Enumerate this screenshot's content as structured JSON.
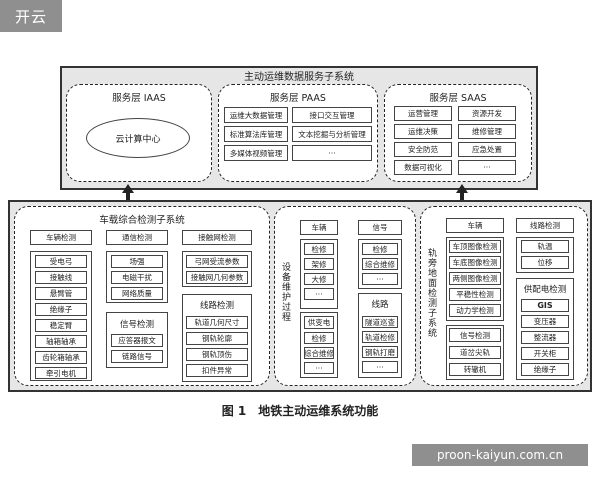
{
  "watermark_top": "开云",
  "watermark_bottom": "proon-kaiyun.com.cn",
  "caption": "图 1　地铁主动运维系统功能",
  "top_system": {
    "title": "主动运维数据服务子系统",
    "iaas": {
      "title": "服务层 IAAS",
      "cloud": "云计算中心"
    },
    "paas": {
      "title": "服务层 PAAS",
      "items": [
        "运维大数据管理",
        "接口交互管理",
        "标准算法库管理",
        "文本挖掘与分析管理",
        "多媒体视频管理",
        "···"
      ]
    },
    "saas": {
      "title": "服务层 SAAS",
      "items": [
        "运营管理",
        "资源开发",
        "运维决策",
        "维修管理",
        "安全防范",
        "应急处置",
        "数据可视化",
        "···"
      ]
    }
  },
  "vehicle": {
    "title": "车载综合检测子系统",
    "col1": {
      "title": "车辆检测",
      "items": [
        "受电弓",
        "接触线",
        "悬臂管",
        "绝缘子",
        "稳定臂",
        "轴箱轴承",
        "齿轮箱轴承",
        "牵引电机"
      ]
    },
    "col2": {
      "title": "通信检测",
      "items": [
        "场强",
        "电磁干扰",
        "网络质量"
      ],
      "sub_title": "信号检测",
      "sub_items": [
        "应答器报文",
        "链路信号"
      ]
    },
    "col3": {
      "title": "接触网检测",
      "items": [
        "弓网受流参数",
        "接触网几何参数"
      ],
      "sub_title": "线路检测",
      "sub_items": [
        "轨道几何尺寸",
        "钢轨轮廓",
        "钢轨顶伤",
        "扣件异常"
      ]
    }
  },
  "maint": {
    "label": "设备维护过程",
    "col1_title": "车辆",
    "col1_items": [
      "检修",
      "架修",
      "大修",
      "···"
    ],
    "col1_sub_title": "供变电",
    "col1_sub_items": [
      "检修",
      "综合维修",
      "···"
    ],
    "col2_title": "信号",
    "col2_items": [
      "检修",
      "综合维修",
      "···"
    ],
    "col2_sub_title": "线路",
    "col2_sub_items": [
      "隧道巡查",
      "轨道检修",
      "钢轨打磨",
      "···"
    ]
  },
  "ground": {
    "label": "轨旁地面检测子系统",
    "col1_title": "车辆",
    "col1_items": [
      "车顶图像检测",
      "车底图像检测",
      "两侧图像检测",
      "平稳性检测",
      "动力学检测"
    ],
    "col1_sub_title": "信号检测",
    "col1_sub_items": [
      "道岔尖轨",
      "转辙机"
    ],
    "col2_title": "线路检测",
    "col2_items": [
      "轨温",
      "位移"
    ],
    "col2_sub_title": "供配电检测",
    "col2_gis": "GIS",
    "col2_sub_items": [
      "变压器",
      "整流器",
      "开关柜",
      "绝缘子"
    ]
  }
}
